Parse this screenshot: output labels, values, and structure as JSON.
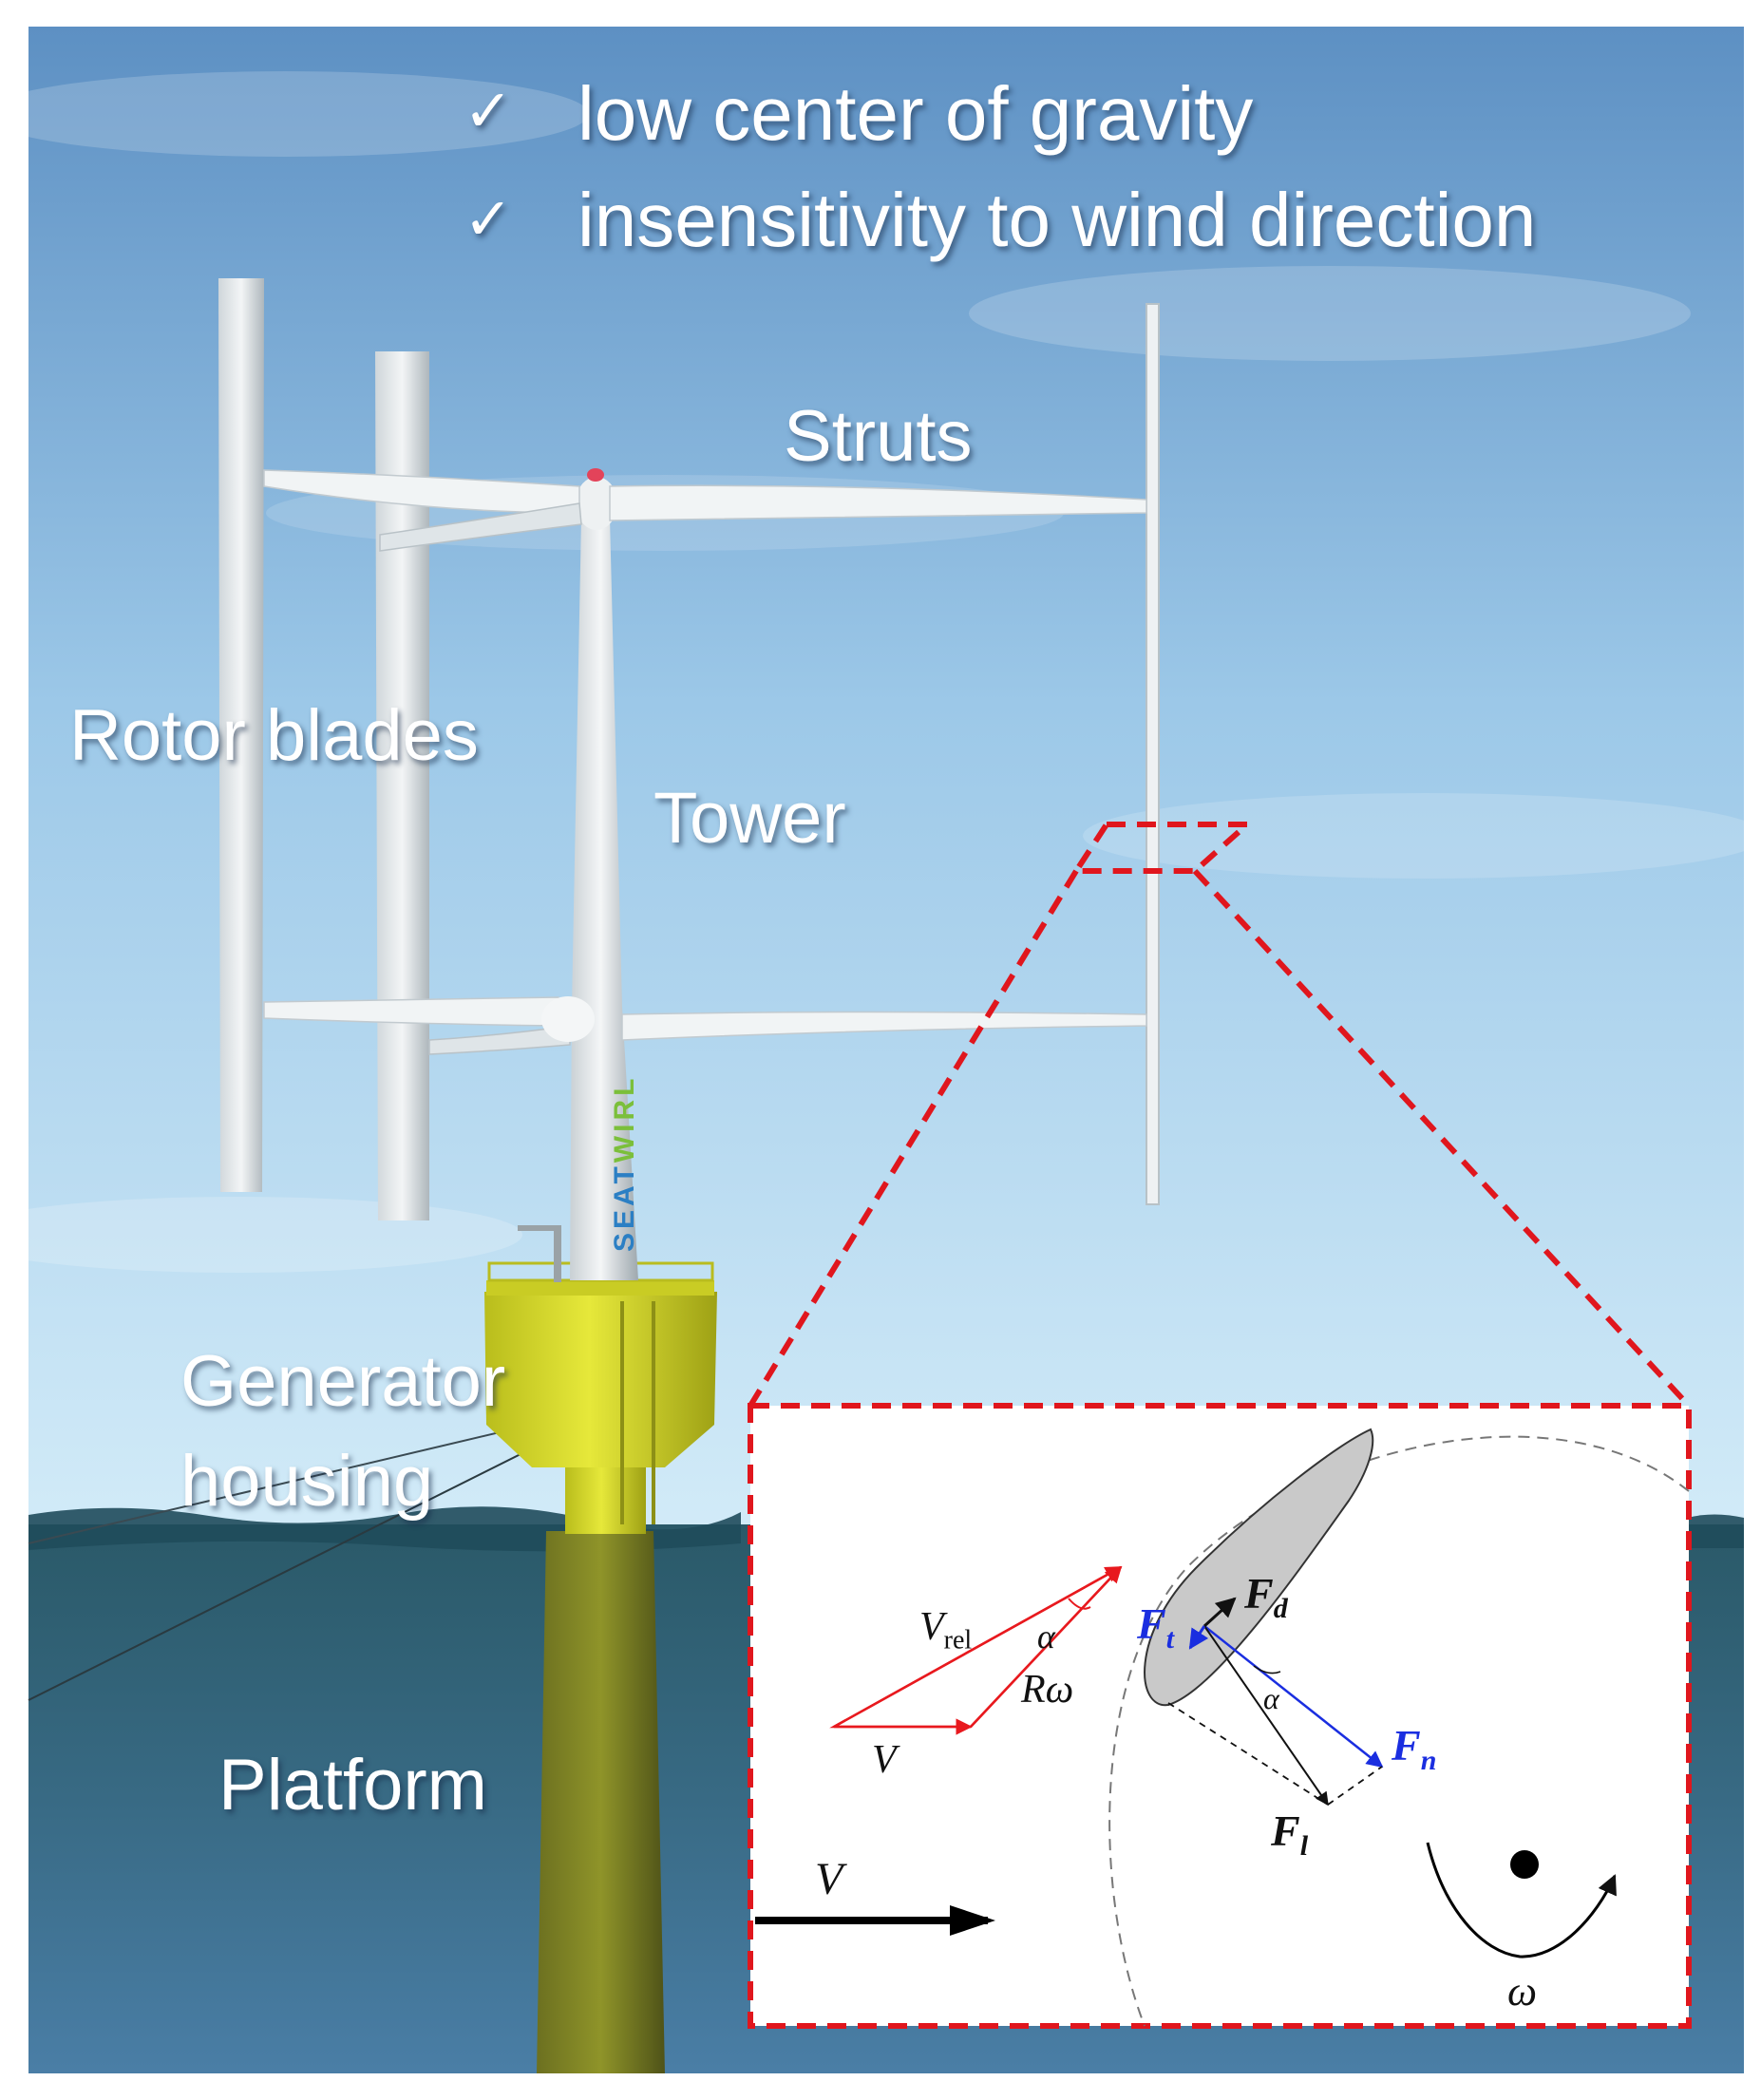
{
  "features": [
    {
      "check": "✓",
      "text": "low center of gravity"
    },
    {
      "check": "✓",
      "text": "insensitivity to wind direction"
    }
  ],
  "labels": {
    "struts": "Struts",
    "rotor_blades": "Rotor blades",
    "tower": "Tower",
    "generator_housing_line1": "Generator",
    "generator_housing_line2": "housing",
    "platform": "Platform"
  },
  "brand": {
    "part1": "SEAT",
    "part2": "WIRL"
  },
  "inset": {
    "v_rel": "V",
    "v_rel_sub": "rel",
    "alpha_triangle": "α",
    "r_omega": "Rω",
    "v_triangle": "V",
    "f_t": "F",
    "f_t_sub": "t",
    "f_d": "F",
    "f_d_sub": "d",
    "f_n": "F",
    "f_n_sub": "n",
    "f_l": "F",
    "f_l_sub": "l",
    "alpha_force": "α",
    "wind_v": "V",
    "omega": "ω"
  },
  "colors": {
    "sky_top": "#5c8fc2",
    "sky_bottom": "#cde8f7",
    "sea_top": "#2f5f70",
    "sea_bottom": "#3f6f96",
    "platform_yellow": "#d6d92a",
    "dashed_red": "#e0161d",
    "force_blue": "#1a2ee0",
    "velocity_red": "#e8191e",
    "brand_blue": "#2b7fc4",
    "brand_green": "#7bbf3a"
  }
}
